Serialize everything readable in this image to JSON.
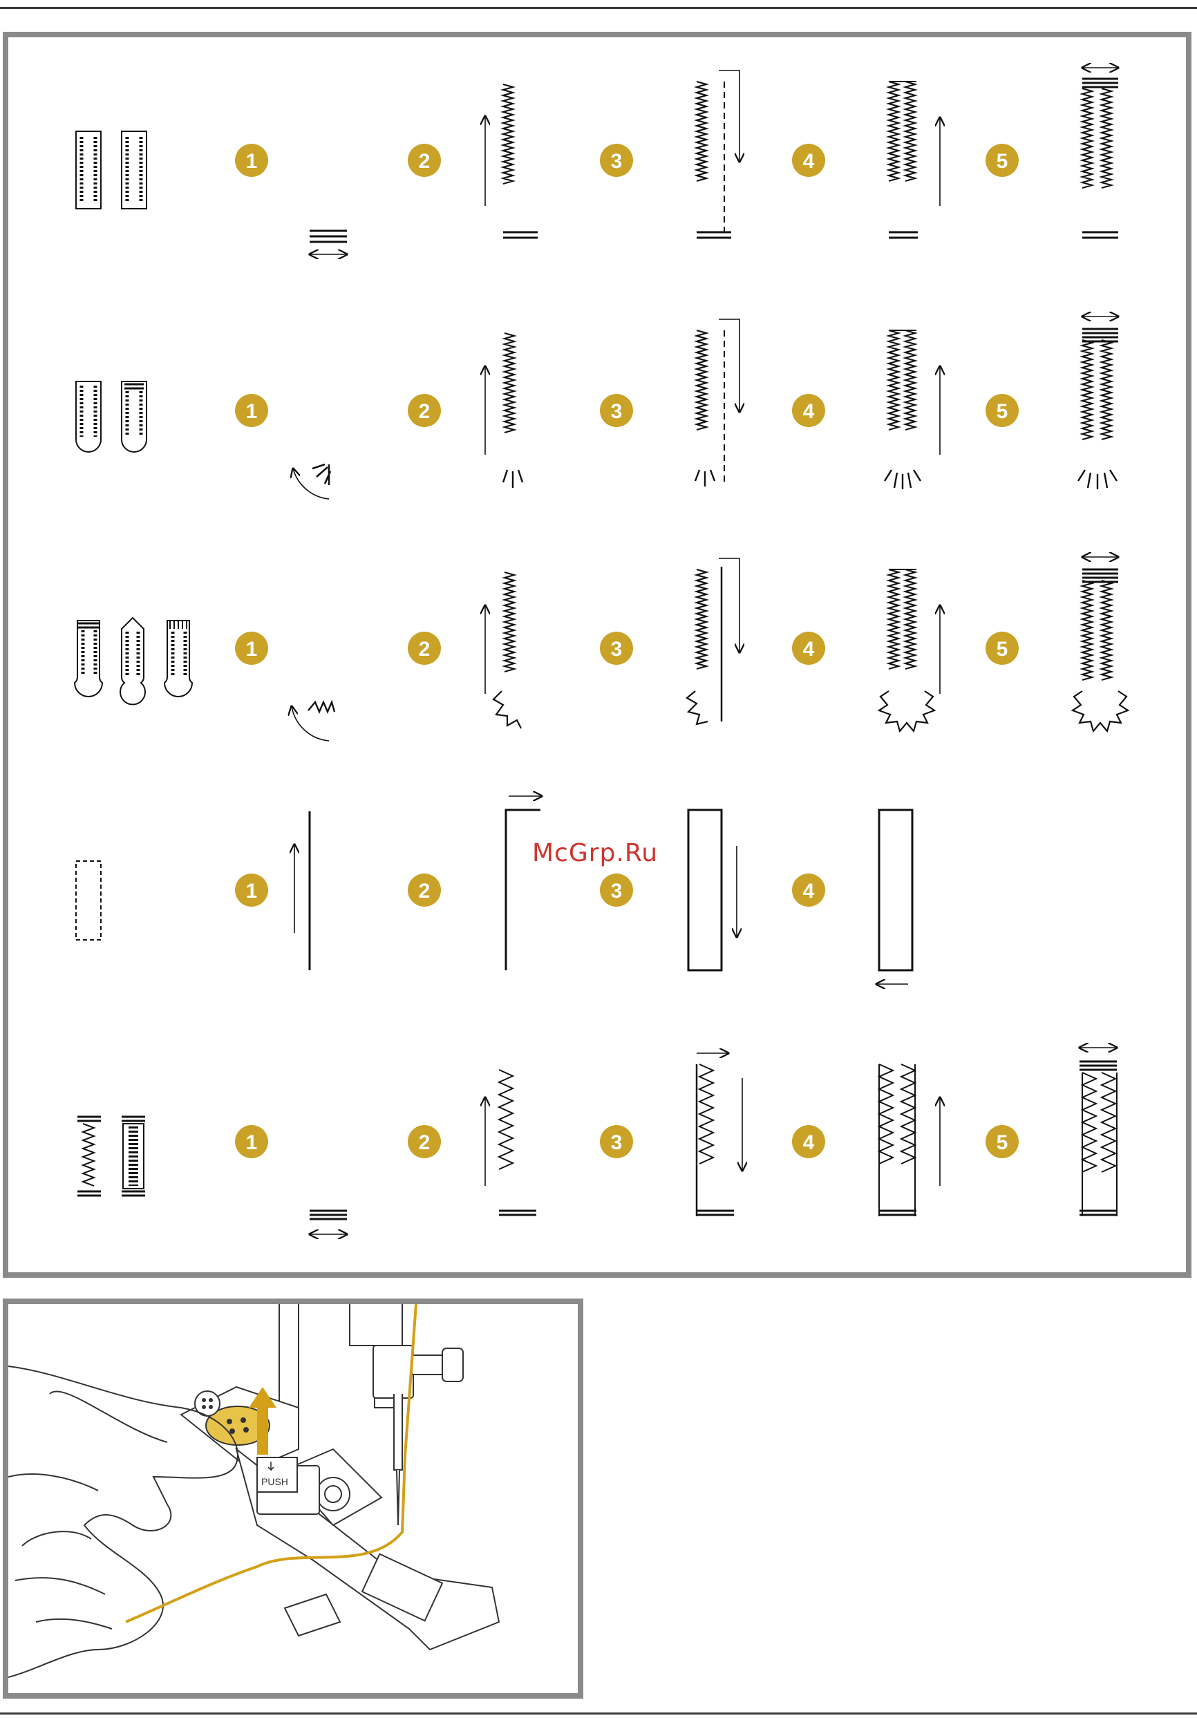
{
  "watermark": "McGrp.Ru",
  "step_labels": [
    "1",
    "2",
    "3",
    "4",
    "5"
  ],
  "rows": [
    {
      "name": "square-end-buttonhole",
      "steps": [
        "1",
        "2",
        "3",
        "4",
        "5"
      ]
    },
    {
      "name": "rounded-end-buttonhole",
      "steps": [
        "1",
        "2",
        "3",
        "4",
        "5"
      ]
    },
    {
      "name": "keyhole-buttonhole",
      "steps": [
        "1",
        "2",
        "3",
        "4",
        "5"
      ]
    },
    {
      "name": "straight-stitch-buttonhole",
      "steps": [
        "1",
        "2",
        "3",
        "4"
      ]
    },
    {
      "name": "stretch-buttonhole",
      "steps": [
        "1",
        "2",
        "3",
        "4",
        "5"
      ]
    }
  ],
  "photo": {
    "push_label": "PUSH"
  },
  "colors": {
    "step_badge": "#c9a227",
    "frame": "#8a8a8a",
    "thread": "#d4a017",
    "watermark": "#d0342c"
  }
}
